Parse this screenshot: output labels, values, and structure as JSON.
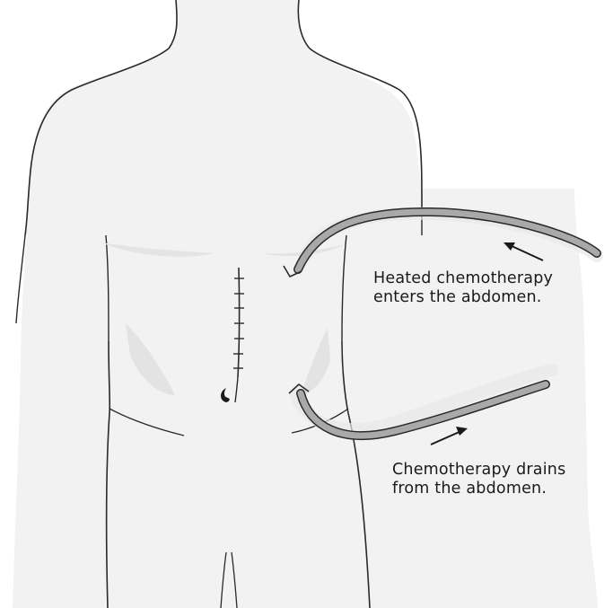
{
  "labels": {
    "inflow": {
      "line1": "Heated chemotherapy",
      "line2": "enters the abdomen."
    },
    "outflow": {
      "line1": "Chemotherapy drains",
      "line2": "from the abdomen."
    }
  },
  "colors": {
    "skin": "#f2f2f2",
    "outline": "#2a2a2a",
    "tube_fill": "#a9a9a9",
    "shade": "#e6e6e6"
  }
}
